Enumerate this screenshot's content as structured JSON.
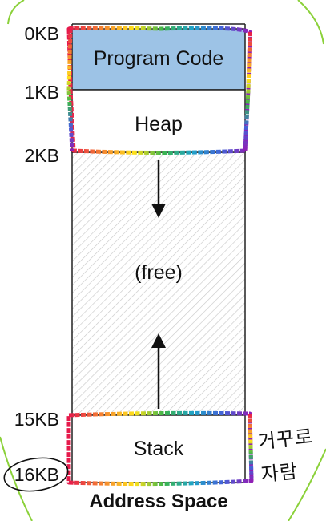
{
  "address_space": {
    "caption": "Address Space",
    "addresses": [
      "0KB",
      "1KB",
      "2KB",
      "15KB",
      "16KB"
    ],
    "segments": {
      "code": "Program Code",
      "heap": "Heap",
      "free": "(free)",
      "stack": "Stack"
    }
  },
  "annotations": {
    "handwritten_note_line1": "거꾸로",
    "handwritten_note_line2": "자람"
  },
  "colors": {
    "code_fill": "#9dc3e6",
    "free_hatch": "#c9c9c9",
    "guide_curve": "#8bd13a",
    "highlight_rainbow": [
      "#e6194b",
      "#f58231",
      "#ffe119",
      "#3cb44b",
      "#1fa3c8",
      "#4363d8",
      "#911eb4"
    ]
  }
}
